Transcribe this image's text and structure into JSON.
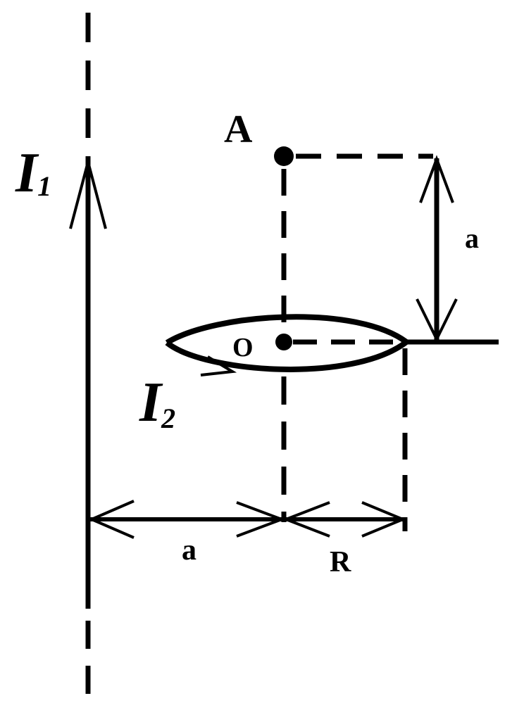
{
  "labels": {
    "current_1_symbol": "I",
    "current_1_subscript": "1",
    "current_2_symbol": "I",
    "current_2_subscript": "2",
    "point_a": "A",
    "center_o": "O",
    "vertical_distance": "a",
    "horizontal_distance": "a",
    "radius": "R"
  },
  "colors": {
    "ink": "#000000",
    "background": "#ffffff"
  }
}
